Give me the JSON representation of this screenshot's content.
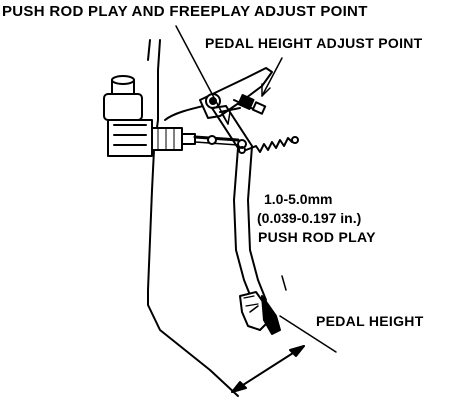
{
  "labels": {
    "push_rod_adjust_point": "PUSH ROD PLAY AND FREEPLAY ADJUST POINT",
    "pedal_height_adjust_point": "PEDAL HEIGHT ADJUST POINT",
    "push_rod_play_range_mm": "1.0-5.0mm",
    "push_rod_play_range_in": "(0.039-0.197 in.)",
    "push_rod_play_caption": "PUSH ROD PLAY",
    "pedal_height": "PEDAL HEIGHT"
  },
  "colors": {
    "ink": "#000000",
    "paper": "#ffffff"
  }
}
